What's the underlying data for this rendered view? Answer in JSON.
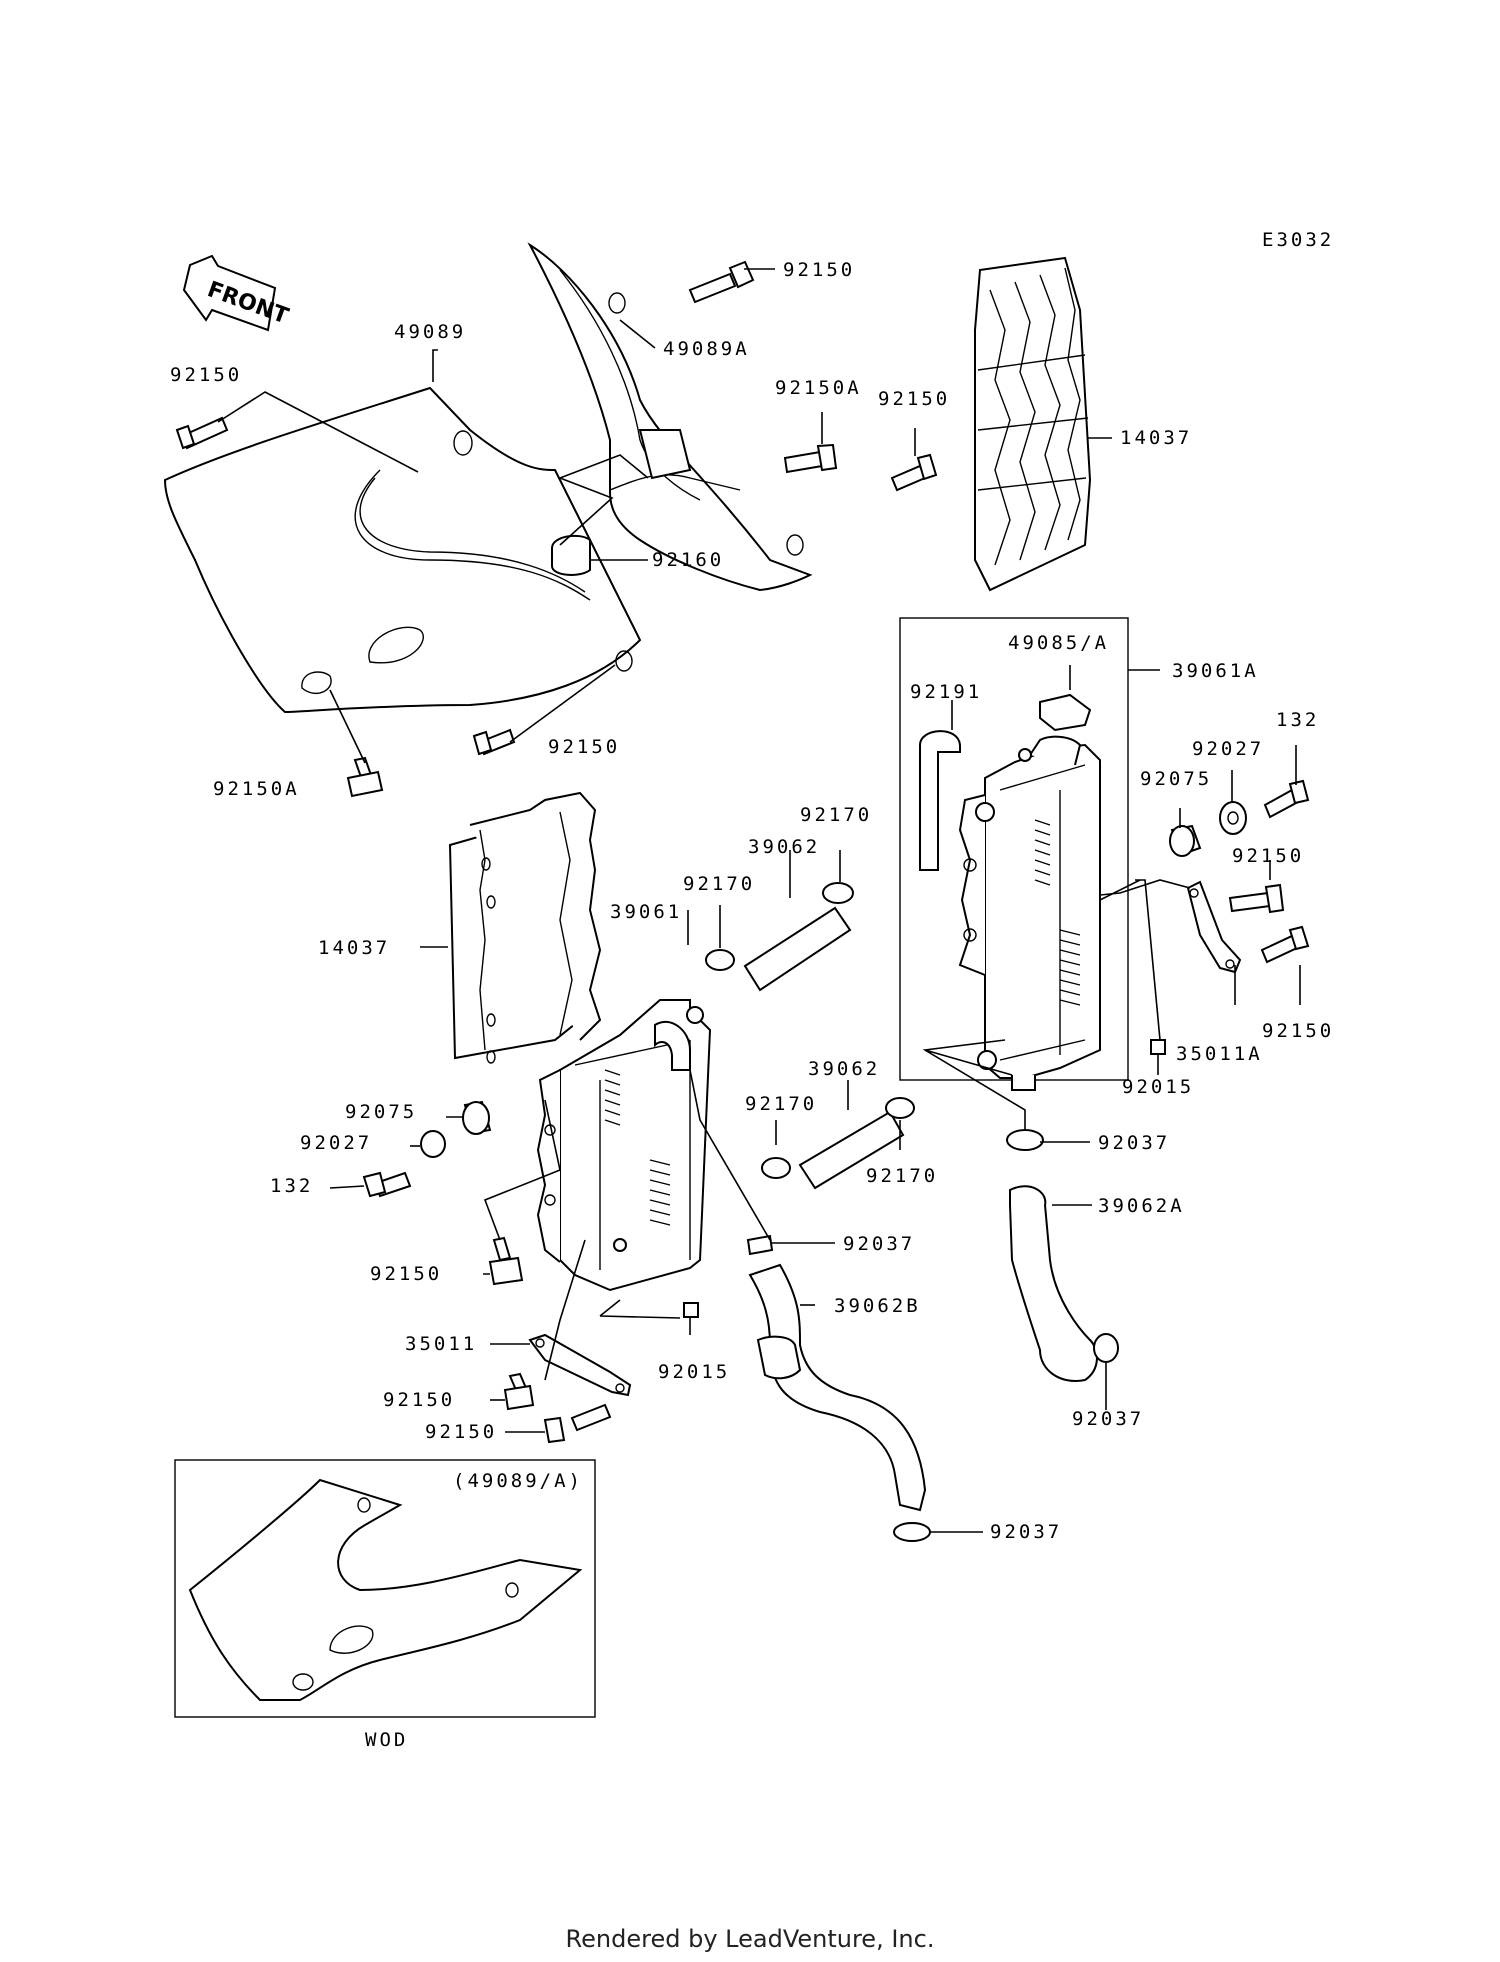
{
  "diagram_code": "E3032",
  "front_arrow_label": "FRONT",
  "labels": {
    "l_92150_top": "92150",
    "l_49089A": "49089A",
    "l_49089": "49089",
    "l_92150_left": "92150",
    "l_92150A_mid": "92150A",
    "l_92150_mid": "92150",
    "l_14037_top": "14037",
    "l_92160": "92160",
    "l_92150_lower": "92150",
    "l_92150A_low": "92150A",
    "l_49085A": "49085/A",
    "l_39061A": "39061A",
    "l_92191": "92191",
    "l_132_r": "132",
    "l_92027_r": "92027",
    "l_92075_r": "92075",
    "l_92170_a": "92170",
    "l_39062_a": "39062",
    "l_92170_b": "92170",
    "l_39061": "39061",
    "l_14037_left": "14037",
    "l_92150_r1": "92150",
    "l_92150_r2": "92150",
    "l_35011A": "35011A",
    "l_92015_r": "92015",
    "l_39062_b": "39062",
    "l_92170_c": "92170",
    "l_92170_d": "92170",
    "l_92037_r": "92037",
    "l_39062A": "39062A",
    "l_92075_l": "92075",
    "l_92027_l": "92027",
    "l_132_l": "132",
    "l_92150_l1": "92150",
    "l_92037_c": "92037",
    "l_39062B": "39062B",
    "l_35011": "35011",
    "l_92015_l": "92015",
    "l_92150_l2": "92150",
    "l_92150_l3": "92150",
    "l_92037_rr": "92037",
    "l_92037_bot": "92037",
    "inset_title": "(49089/A)",
    "inset_note": "WOD"
  },
  "footer": "Rendered by LeadVenture, Inc."
}
